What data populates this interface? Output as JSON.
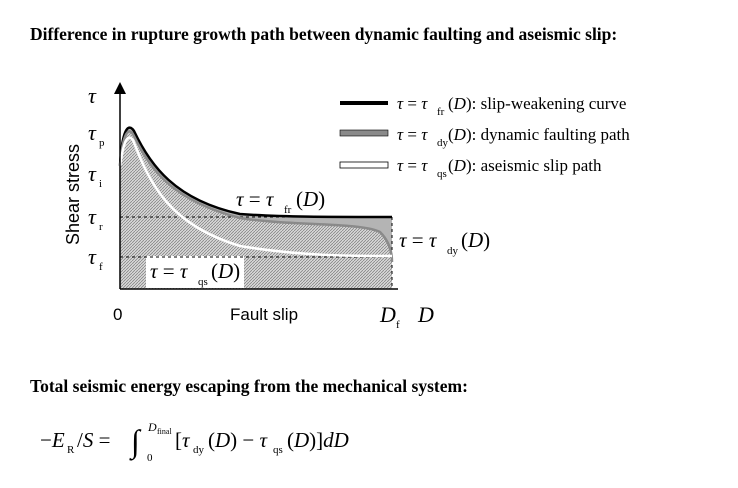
{
  "heading_top": "Difference in rupture growth path between dynamic faulting and aseismic slip:",
  "heading_bottom": "Total seismic energy escaping from the mechanical system:",
  "y_axis_label": "Shear stress",
  "x_axis_label": "Fault slip",
  "origin_label": "0",
  "tau_symbol": "τ",
  "tau_tick_subscripts": [
    "p",
    "i",
    "r",
    "f"
  ],
  "x_tick_symbol": "D",
  "x_tick_subscript": "f",
  "x_axis_symbol": "D",
  "legend": [
    {
      "sub": "fr",
      "label": "slip-weakening curve",
      "color": "#000000"
    },
    {
      "sub": "dy",
      "label": "dynamic faulting path",
      "color": "#8a8a8a"
    },
    {
      "sub": "qs",
      "label": "aseismic slip path",
      "color": "#ffffff"
    }
  ],
  "curve_labels": {
    "fr": "fr",
    "dy": "dy",
    "qs": "qs"
  },
  "equation": {
    "lhs_symbol": "E",
    "lhs_sub": "R",
    "area_symbol": "S",
    "lower_limit": "0",
    "upper_symbol": "D",
    "upper_sub": "final",
    "integrand_a_sub": "dy",
    "integrand_b_sub": "qs"
  }
}
